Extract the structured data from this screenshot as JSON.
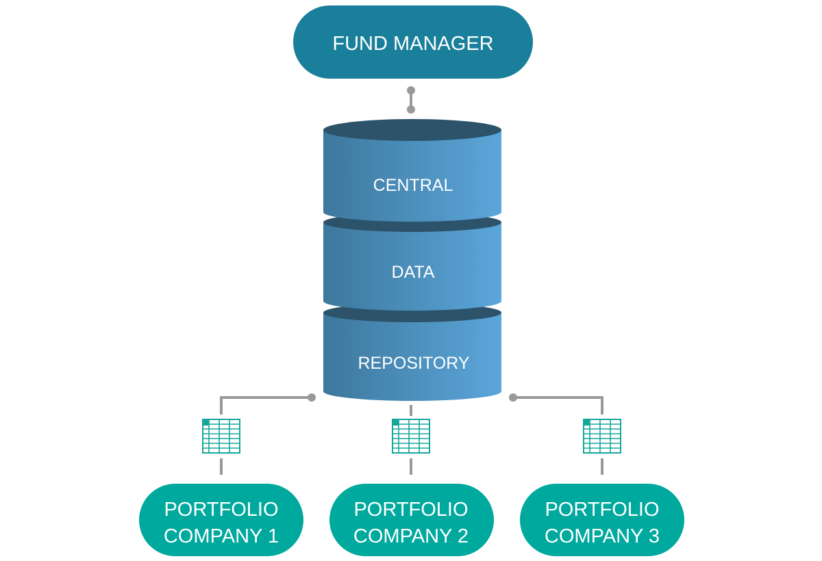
{
  "top_node": {
    "label": "FUND MANAGER",
    "color": "#1a7f9b"
  },
  "repository": {
    "labels": [
      "CENTRAL",
      "DATA",
      "REPOSITORY"
    ],
    "dark_color": "#2d536b",
    "gradient_left": "#3d789d",
    "gradient_right": "#5ba6da"
  },
  "connector_color": "#999999",
  "spreadsheet_icon_color": "#15a79a",
  "portfolio_companies": [
    {
      "line1": "PORTFOLIO",
      "line2": "COMPANY 1"
    },
    {
      "line1": "PORTFOLIO",
      "line2": "COMPANY 2"
    },
    {
      "line1": "PORTFOLIO",
      "line2": "COMPANY 3"
    }
  ],
  "portfolio_color": "#00a99d"
}
